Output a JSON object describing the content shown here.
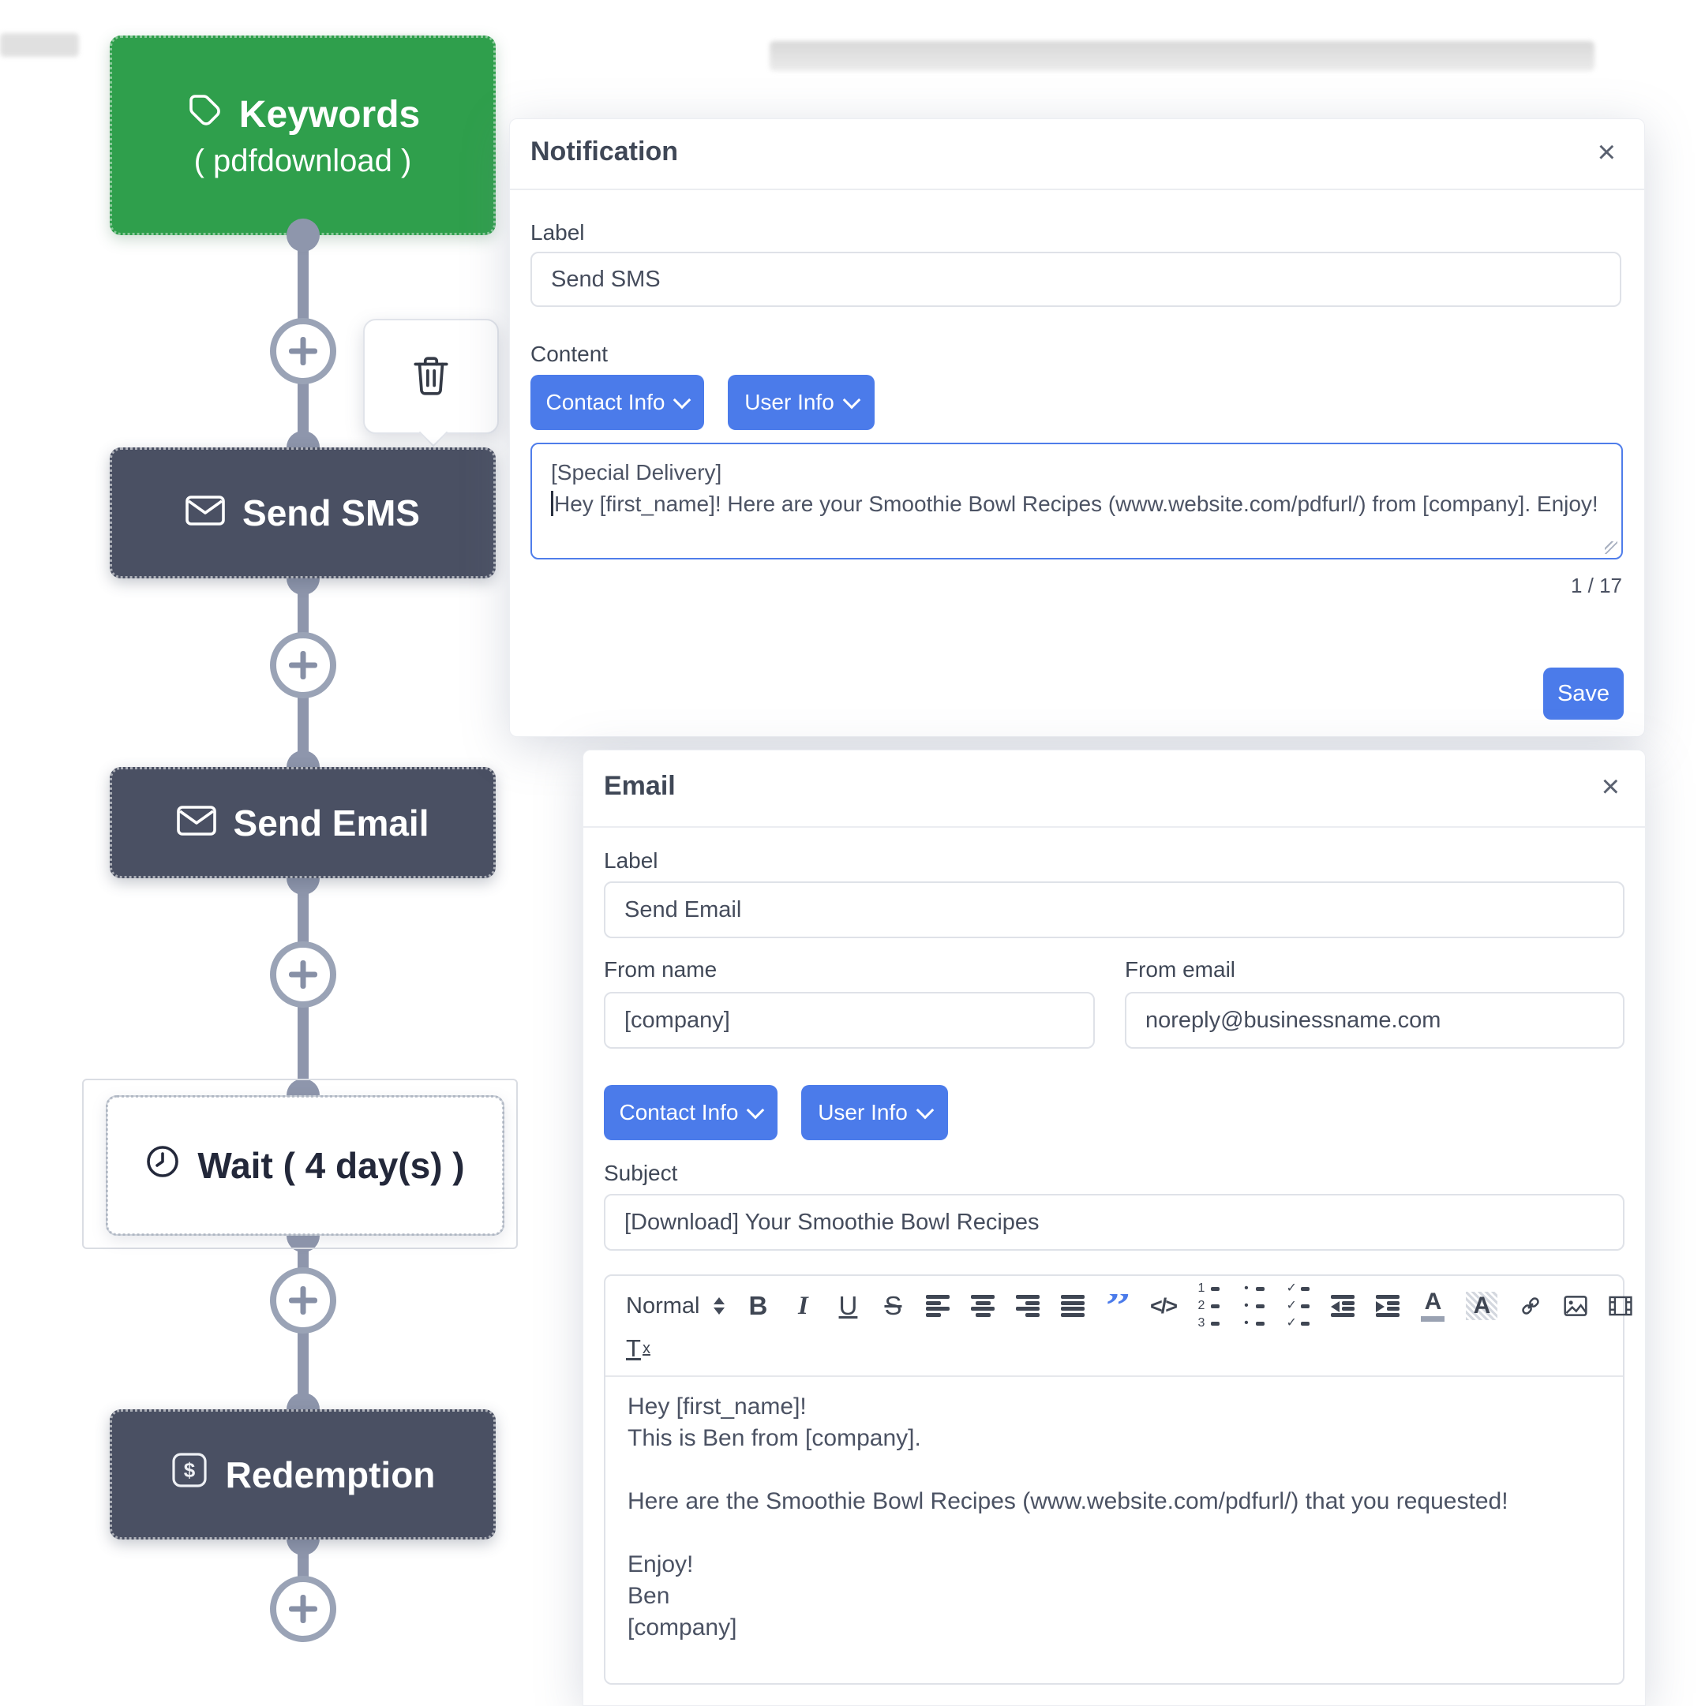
{
  "colors": {
    "node_green": "#2f9f4c",
    "node_dark": "#4a5063",
    "accent_blue": "#4b7bea",
    "connector_gray": "#8e96ac"
  },
  "flow": {
    "nodes": [
      {
        "label": "Keywords",
        "sublabel": "( pdfdownload )"
      },
      {
        "label": "Send SMS"
      },
      {
        "label": "Send Email"
      },
      {
        "label": "Wait ( 4 day(s) )"
      },
      {
        "label": "Redemption"
      }
    ]
  },
  "notification_panel": {
    "title": "Notification",
    "close": "×",
    "label_label": "Label",
    "label_value": "Send SMS",
    "content_label": "Content",
    "contact_info_label": "Contact Info",
    "user_info_label": "User Info",
    "message_line1": "[Special Delivery]",
    "message_line2": "Hey [first_name]! Here are your Smoothie Bowl Recipes (www.website.com/pdfurl/) from [company]. Enjoy!",
    "counter": "1 / 17",
    "save_label": "Save"
  },
  "email_panel": {
    "title": "Email",
    "close": "×",
    "label_label": "Label",
    "label_value": "Send Email",
    "from_name_label": "From name",
    "from_name_value": "[company]",
    "from_email_label": "From email",
    "from_email_value": "noreply@businessname.com",
    "contact_info_label": "Contact Info",
    "user_info_label": "User Info",
    "subject_label": "Subject",
    "subject_value": "[Download] Your Smoothie Bowl Recipes",
    "editor": {
      "style_selector": "Normal",
      "glyphs": {
        "bold": "B",
        "italic": "I",
        "underline": "U",
        "strike": "S",
        "code": "</>",
        "clear_t": "T",
        "clear_x": "x",
        "quote": "”"
      },
      "body_lines": [
        "Hey [first_name]!",
        "This is Ben from [company].",
        "",
        "Here are the Smoothie Bowl Recipes (www.website.com/pdfurl/) that you requested!",
        "",
        "Enjoy!",
        "Ben",
        "[company]"
      ]
    }
  }
}
